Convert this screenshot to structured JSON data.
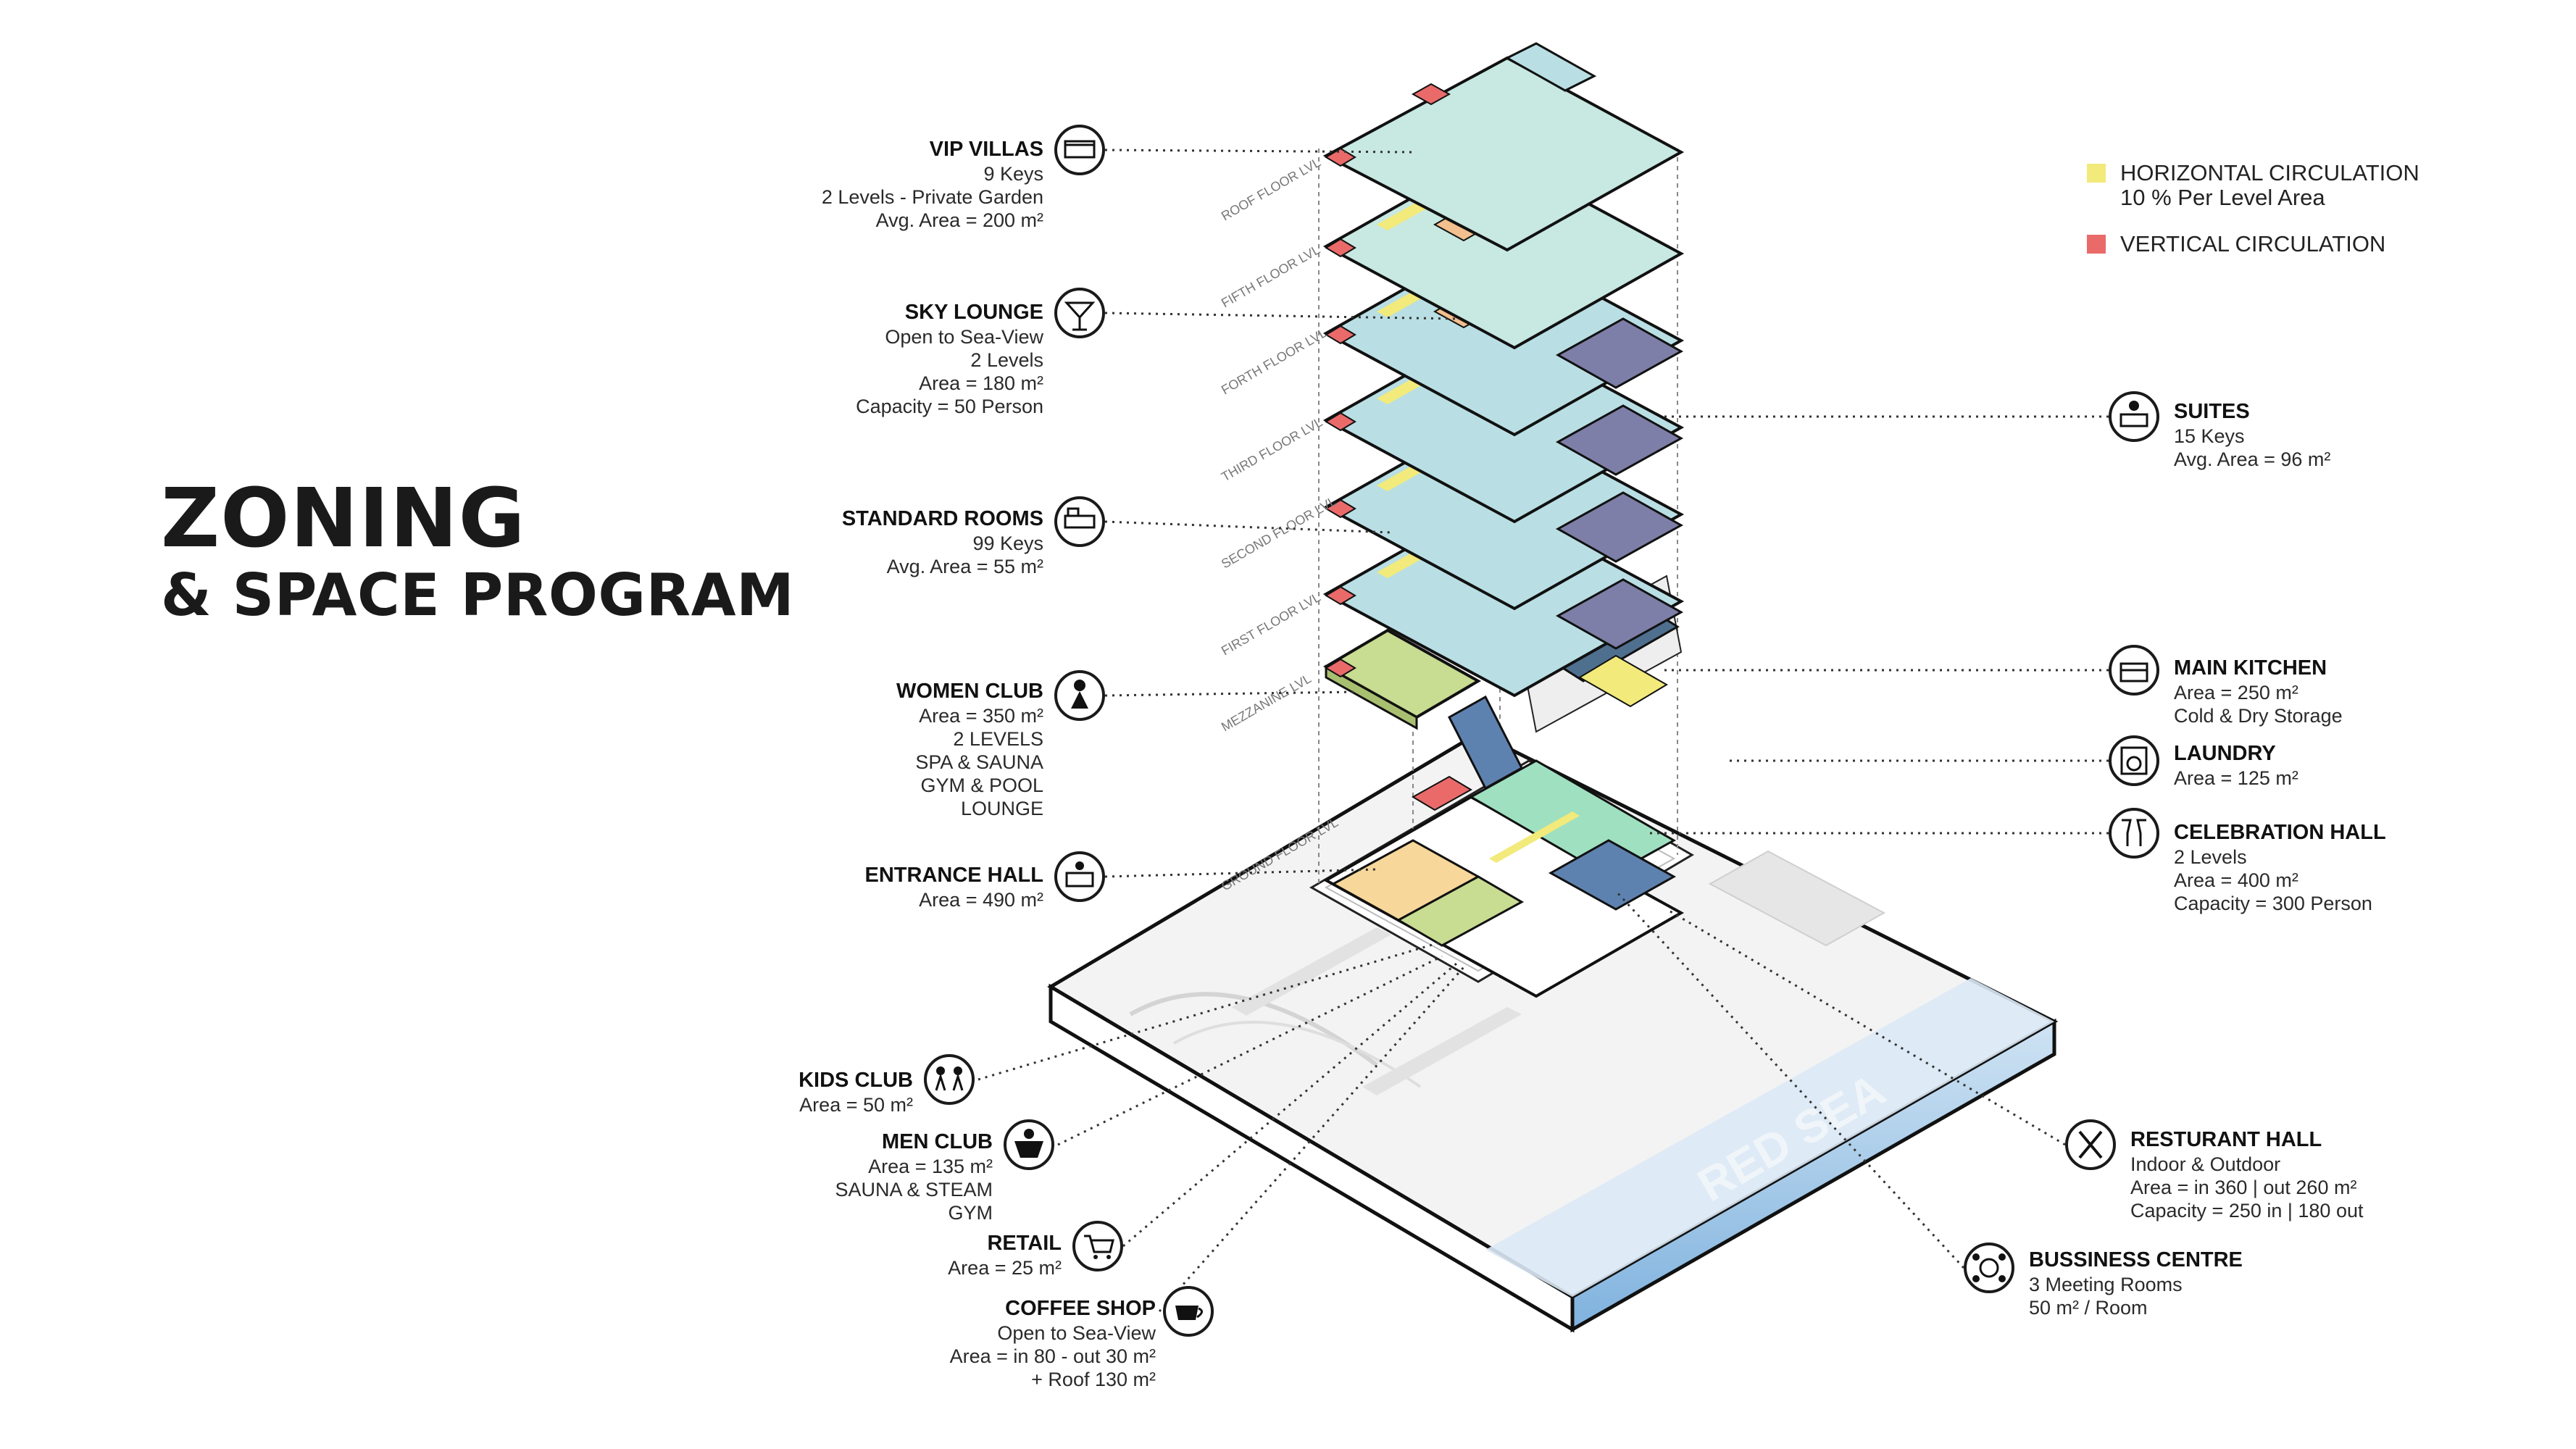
{
  "title": {
    "line1": "ZONING",
    "line2": "& SPACE PROGRAM"
  },
  "legend": {
    "horizontal": {
      "label": "HORIZONTAL CIRCULATION",
      "sub": "10 % Per Level Area",
      "color": "#f2ea7b"
    },
    "vertical": {
      "label": "VERTICAL CIRCULATION",
      "color": "#ea6a6a"
    }
  },
  "floor_labels": [
    "ROOF FLOOR LVL",
    "FIFTH FLOOR LVL",
    "FORTH FLOOR LVL",
    "THIRD FLOOR LVL",
    "SECOND FLOOR LVL",
    "FIRST FLOOR LVL",
    "MEZZANINE LVL",
    "GROUND FLOOR LVL"
  ],
  "site_label": "RED SEA",
  "colors": {
    "standard_rooms": "#b9dfe4",
    "suites": "#7d7fa8",
    "sky_lounge": "#f2bf8e",
    "women_club": "#c8dc92",
    "kitchen": "#4f6f8f",
    "entrance": "#f7d79a",
    "celebration": "#9fe0c0",
    "sea": "#a8cdea"
  },
  "left_labels": [
    {
      "title": "VIP VILLAS",
      "lines": [
        "9 Keys",
        "2 Levels - Private Garden",
        "Avg. Area = 200 m²"
      ],
      "icon": "villa-icon"
    },
    {
      "title": "SKY LOUNGE",
      "lines": [
        "Open to Sea-View",
        "2 Levels",
        "Area = 180 m²",
        "Capacity = 50 Person"
      ],
      "icon": "cocktail-icon"
    },
    {
      "title": "STANDARD ROOMS",
      "lines": [
        "99 Keys",
        "Avg. Area = 55 m²"
      ],
      "icon": "bed-icon"
    },
    {
      "title": "WOMEN CLUB",
      "lines": [
        "Area = 350 m²",
        "2 LEVELS",
        "SPA & SAUNA",
        "GYM & POOL",
        "LOUNGE"
      ],
      "icon": "woman-icon"
    },
    {
      "title": "ENTRANCE HALL",
      "lines": [
        "Area = 490 m²"
      ],
      "icon": "reception-icon"
    },
    {
      "title": "KIDS CLUB",
      "lines": [
        "Area = 50 m²"
      ],
      "icon": "kids-icon"
    },
    {
      "title": "MEN CLUB",
      "lines": [
        "Area = 135 m²",
        "SAUNA & STEAM",
        "GYM"
      ],
      "icon": "muscle-icon"
    },
    {
      "title": "RETAIL",
      "lines": [
        "Area = 25 m²"
      ],
      "icon": "cart-icon"
    },
    {
      "title": "COFFEE SHOP",
      "lines": [
        "Open to Sea-View",
        "Area = in 80 - out 30 m²",
        "+ Roof 130 m²"
      ],
      "icon": "coffee-icon"
    }
  ],
  "right_labels": [
    {
      "title": "SUITES",
      "lines": [
        "15 Keys",
        "Avg. Area = 96 m²"
      ],
      "icon": "suite-icon"
    },
    {
      "title": "MAIN KITCHEN",
      "lines": [
        "Area = 250 m²",
        "Cold & Dry Storage"
      ],
      "icon": "kitchen-icon"
    },
    {
      "title": "LAUNDRY",
      "lines": [
        "Area = 125 m²"
      ],
      "icon": "washer-icon"
    },
    {
      "title": "CELEBRATION HALL",
      "lines": [
        "2 Levels",
        "Area = 400 m²",
        "Capacity  = 300 Person"
      ],
      "icon": "toast-icon"
    },
    {
      "title": "RESTURANT HALL",
      "lines": [
        "Indoor & Outdoor",
        "Area = in 360 | out 260 m²",
        "Capacity  = 250 in | 180 out"
      ],
      "icon": "cutlery-icon"
    },
    {
      "title": "BUSSINESS CENTRE",
      "lines": [
        "3 Meeting Rooms",
        "50 m² / Room"
      ],
      "icon": "meeting-icon"
    }
  ]
}
